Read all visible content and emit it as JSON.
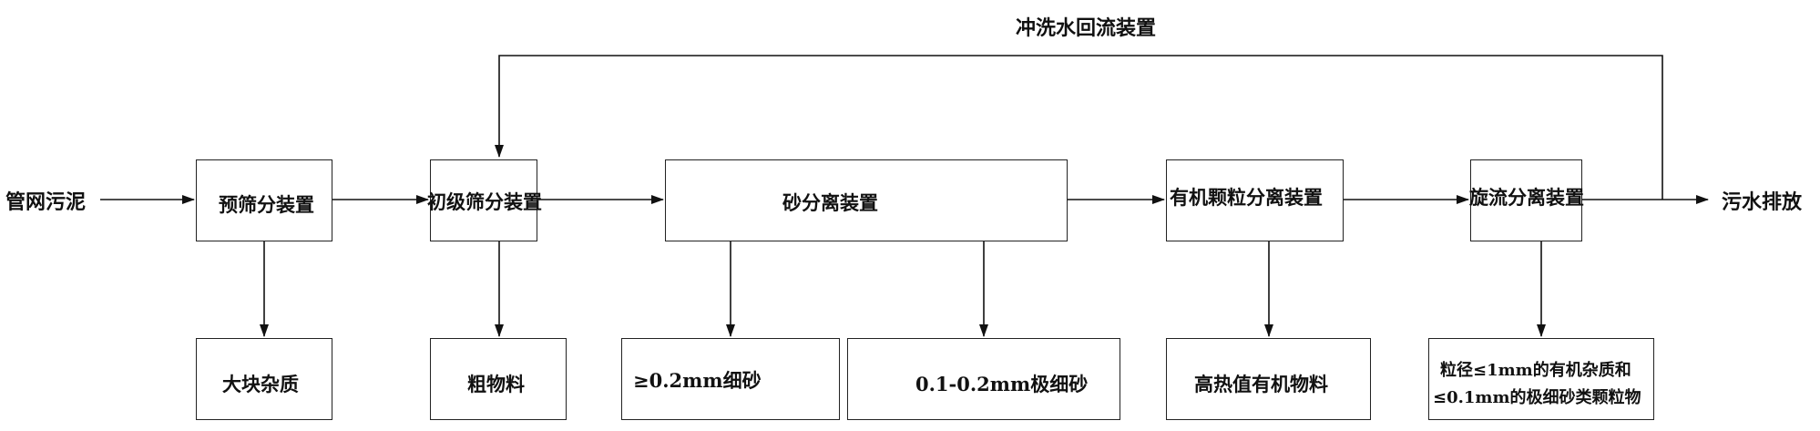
{
  "diagram": {
    "loop_label": "冲洗水回流装置",
    "input_label": "管网污泥",
    "output_label": "污水排放",
    "process_steps": {
      "pre_screen": "预筛分装置",
      "primary_screen": "初级筛分装置",
      "sand_sep": "砂分离装置",
      "organic_sep": "有机颗粒分离装置",
      "cyclone_sep": "旋流分离装置"
    },
    "outputs": {
      "large_debris": "大块杂质",
      "coarse_material": "粗物料",
      "fine_sand": "≥0.2mm细砂",
      "very_fine_sand": "0.1-0.2mm极细砂",
      "high_calorific": "高热值有机物料",
      "residual_line1": "粒径≤1mm的有机杂质和",
      "residual_line2": "≤0.1mm的极细砂类颗粒物"
    }
  }
}
